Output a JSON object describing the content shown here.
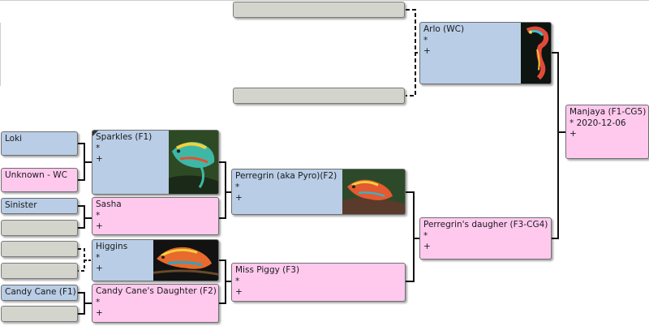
{
  "tree": {
    "root": {
      "name": "Manjaya (F1-CG5)",
      "line2": "* 2020-12-06",
      "line3": "+"
    },
    "sire": {
      "name": "Arlo (WC)",
      "line2": "*",
      "line3": "+"
    },
    "dam": {
      "name": "Perregrin's daugher (F3-CG4)",
      "line2": "*",
      "line3": "+"
    },
    "dam_sire": {
      "name": "Perregrin (aka Pyro)(F2)",
      "line2": "*",
      "line3": "+"
    },
    "dam_dam": {
      "name": "Miss Piggy (F3)",
      "line2": "*",
      "line3": "+"
    },
    "dam_sire_sire": {
      "name": "Sparkles (F1)",
      "line2": "*",
      "line3": "+"
    },
    "dam_sire_dam": {
      "name": "Sasha",
      "line2": "*",
      "line3": "+"
    },
    "dam_dam_sire": {
      "name": "Higgins",
      "line2": "*",
      "line3": "+"
    },
    "dam_dam_dam": {
      "name": "Candy Cane's Daughter (F2)",
      "line2": "*",
      "line3": "+"
    },
    "g5_loki": {
      "name": "Loki"
    },
    "g5_unknown": {
      "name": "Unknown - WC"
    },
    "g5_sinister": {
      "name": "Sinister"
    },
    "g5_candy_cane": {
      "name": "Candy Cane (F1)"
    }
  },
  "colors": {
    "male": "#b9cde6",
    "female": "#ffc9ee",
    "empty": "#d3d4cc",
    "connector": "#111111"
  },
  "icons": {
    "photo": "chameleon-photo",
    "editing_marker": "corner-triangle-icon"
  }
}
